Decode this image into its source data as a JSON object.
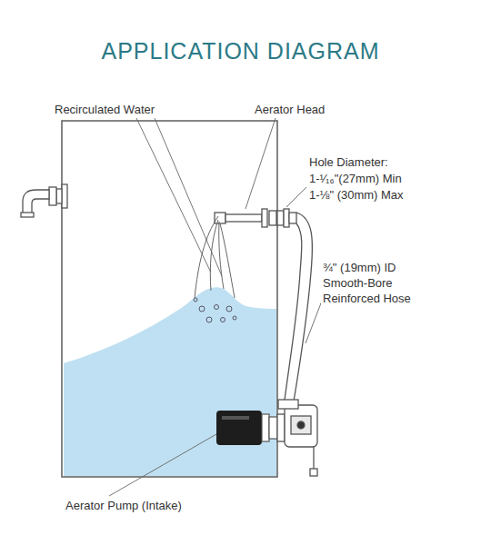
{
  "diagram": {
    "title": "APPLICATION DIAGRAM",
    "labels": [
      "Recirculated Water",
      "Aerator Head",
      "Hole Diameter:",
      "1-¹⁄₁₆\"(27mm) Min",
      "1-⅛\" (30mm) Max",
      "¾\" (19mm) ID Smooth-Bore Reinforced Hose",
      "Aerator Pump (Intake)"
    ]
  }
}
